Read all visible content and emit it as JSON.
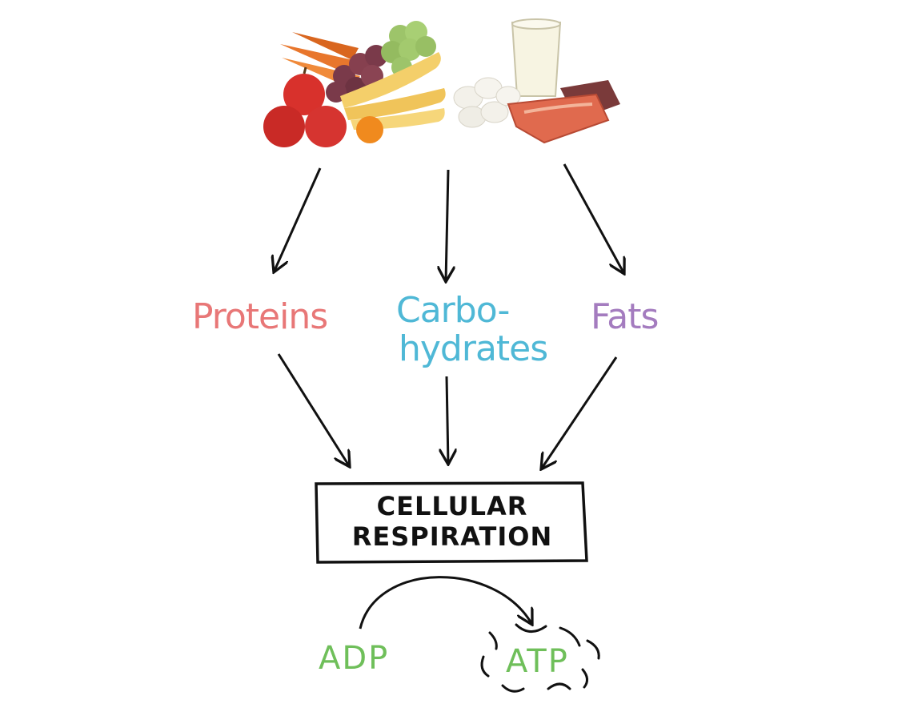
{
  "nutrients": {
    "proteins": {
      "label": "Proteins",
      "color": "#e87777"
    },
    "carbs": {
      "line1": "Carbo-",
      "line2": "hydrates",
      "color": "#4fb8d6"
    },
    "fats": {
      "label": "Fats",
      "color": "#a47cbf"
    }
  },
  "process": {
    "line1": "CELLULAR",
    "line2": "RESPIRATION"
  },
  "energy": {
    "adp": "ADP",
    "atp": "ATP",
    "color": "#6fbf5a"
  },
  "icons": [
    "fruit-vegetables-icon",
    "grapes-icon",
    "bananas-icon",
    "apples-icon",
    "orange-icon",
    "milk-glass-icon",
    "eggs-icon",
    "meat-icon"
  ],
  "arrow_color": "#111111"
}
